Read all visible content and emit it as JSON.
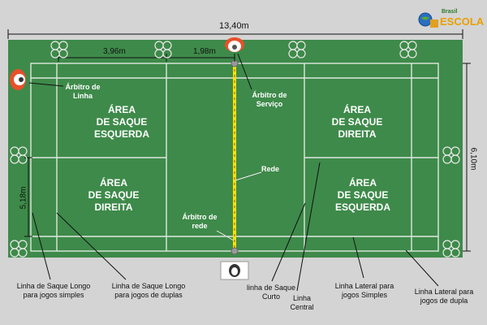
{
  "dimensions": {
    "total_length": "13,40m",
    "short_service": "3,96m",
    "center_to_service": "1,98m",
    "width": "6,10m",
    "half_width": "5,18m"
  },
  "areas": {
    "left_top": [
      "ÁREA",
      "DE SAQUE",
      "ESQUERDA"
    ],
    "left_bottom": [
      "ÁREA",
      "DE SAQUE",
      "DIREITA"
    ],
    "right_top": [
      "ÁREA",
      "DE SAQUE",
      "DIREITA"
    ],
    "right_bottom": [
      "ÁREA",
      "DE SAQUE",
      "ESQUERDA"
    ]
  },
  "officials": {
    "line_judge": [
      "Árbitro de",
      "Linha"
    ],
    "service_judge": [
      "Árbitro de",
      "Serviço"
    ],
    "net_label": "Rede",
    "net_judge": [
      "Árbitro de",
      "rede"
    ]
  },
  "callouts": {
    "long_service_singles": [
      "Linha de Saque Longo",
      "para jogos simples"
    ],
    "long_service_doubles": [
      "Linha de Saque Longo",
      "para jogos de duplas"
    ],
    "short_service": [
      "linha de Saque",
      "Curto"
    ],
    "center_line": [
      "Linha",
      "Central"
    ],
    "side_singles": [
      "Linha Lateral para",
      "jogos Simples"
    ],
    "side_doubles": [
      "Linha Lateral para",
      "jogos de dupla"
    ]
  },
  "logo": {
    "top": "Brasil",
    "bottom": "ESCOLA"
  },
  "colors": {
    "court": "#3e8a4a",
    "lines": "#ffffff",
    "net": "#f5e400",
    "background": "#d4d4d4"
  }
}
